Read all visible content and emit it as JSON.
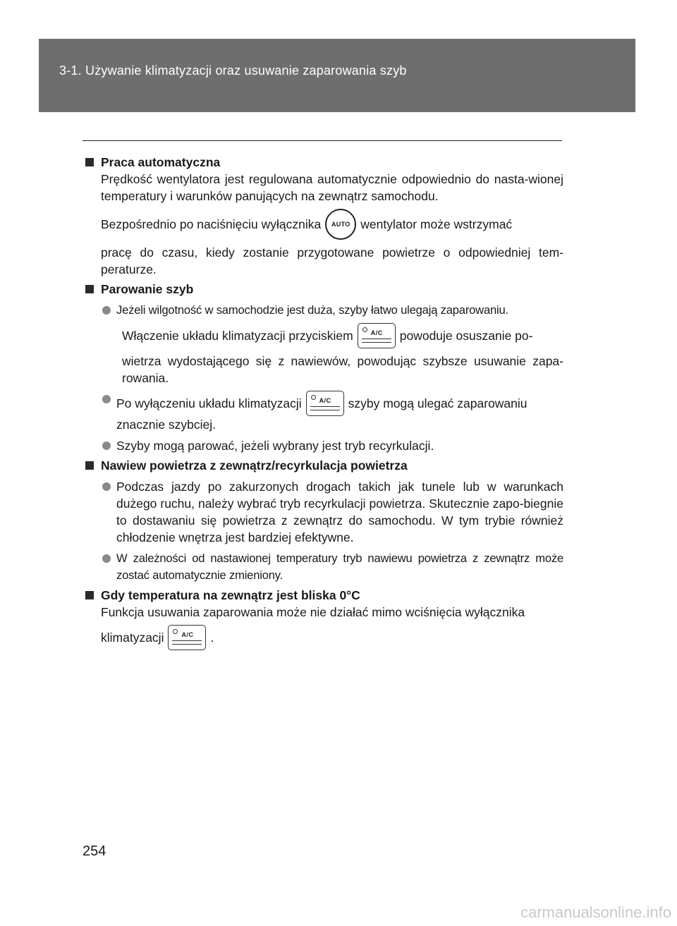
{
  "header": {
    "title": "3-1. Używanie klimatyzacji oraz usuwanie zaparowania szyb"
  },
  "sections": {
    "auto": {
      "heading": "Praca automatyczna",
      "p1": "Prędkość wentylatora jest regulowana automatycznie odpowiednio do nasta-wionej temperatury i warunków panujących na zewnątrz samochodu.",
      "p2_before": "Bezpośrednio po naciśnięciu wyłącznika",
      "p2_after": "wentylator może wstrzymać",
      "p2_cont": "pracę do czasu, kiedy zostanie przygotowane powietrze o odpowiedniej tem-peraturze.",
      "auto_icon_label": "AUTO"
    },
    "fog": {
      "heading": "Parowanie szyb",
      "b1": "Jeżeli wilgotność w samochodzie jest duża, szyby łatwo ulegają zaparowaniu.",
      "b1_sub_before": "Włączenie układu klimatyzacji przyciskiem",
      "b1_sub_after": "powoduje osuszanie po-",
      "b1_sub_cont": "wietrza wydostającego się z nawiewów, powodując szybsze usuwanie zapa-rowania.",
      "b2_before": "Po wyłączeniu układu klimatyzacji",
      "b2_after": "szyby mogą ulegać zaparowaniu",
      "b2_cont": "znacznie szybciej.",
      "b3": "Szyby mogą parować, jeżeli wybrany jest tryb recyrkulacji."
    },
    "recirc": {
      "heading": "Nawiew powietrza z zewnątrz/recyrkulacja powietrza",
      "b1": "Podczas jazdy po zakurzonych drogach takich jak tunele lub w warunkach dużego ruchu, należy wybrać tryb recyrkulacji powietrza. Skutecznie zapo-biegnie to dostawaniu się powietrza z zewnątrz do samochodu. W tym trybie również chłodzenie wnętrza jest bardziej efektywne.",
      "b2": "W zależności od nastawionej temperatury tryb nawiewu powietrza z zewnątrz może zostać automatycznie zmieniony."
    },
    "cold": {
      "heading": "Gdy temperatura na zewnątrz jest bliska 0°C",
      "p1": "Funkcja usuwania zaparowania może nie działać mimo wciśnięcia wyłącznika",
      "p2_before": "klimatyzacji",
      "p2_after": "."
    }
  },
  "ac_icon_label": "A/C",
  "page_number": "254",
  "watermark": "carmanualsonline.info"
}
